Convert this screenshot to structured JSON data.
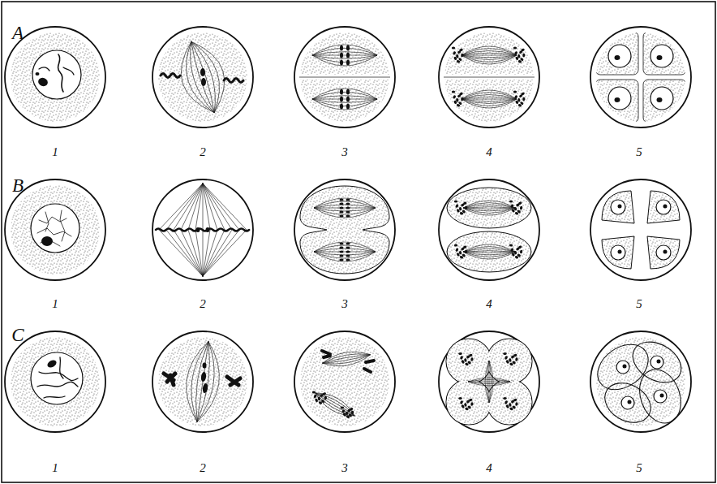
{
  "diagram": {
    "labels": [
      "A",
      "1",
      "2",
      "3",
      "4",
      "5",
      "B",
      "1",
      "2",
      "3",
      "4",
      "5",
      "C",
      "1",
      "2",
      "3",
      "4",
      "5"
    ]
  }
}
